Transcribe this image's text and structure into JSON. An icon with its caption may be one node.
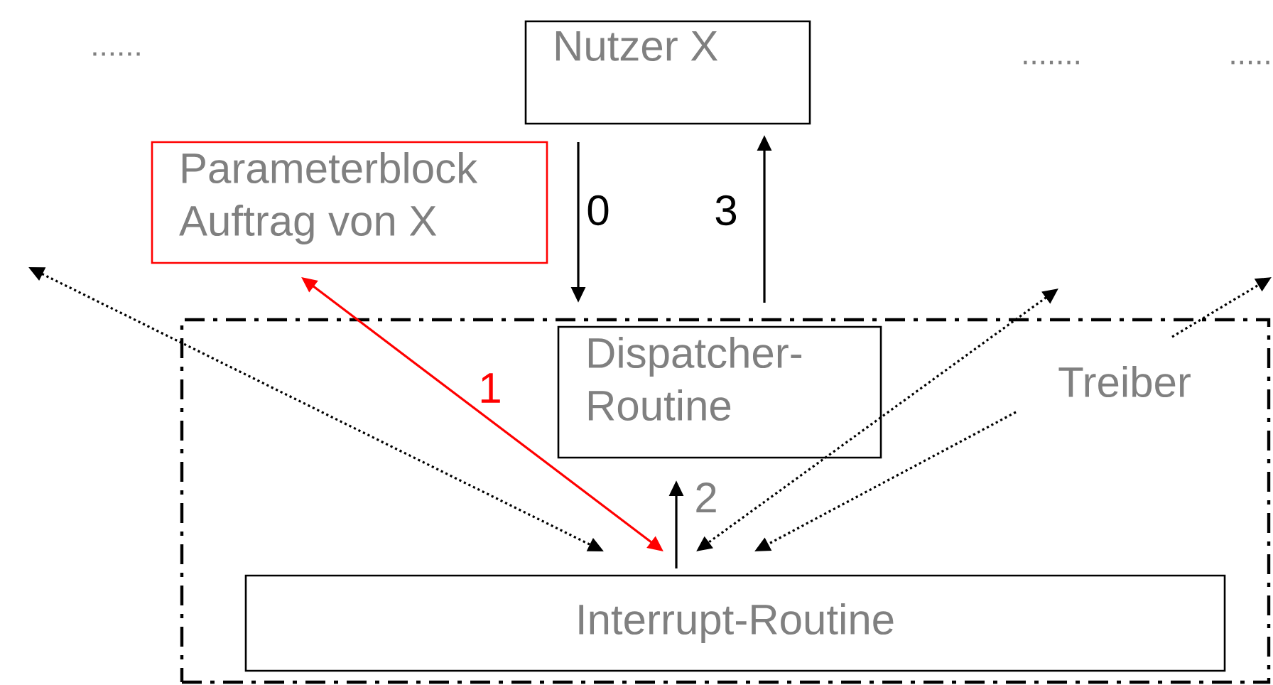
{
  "diagram": {
    "nodes": [
      {
        "text": [
          "Nutzer X"
        ]
      },
      {
        "text": [
          "Parameterblock Auftrag von X"
        ]
      },
      {
        "text": [],
        "shape": "box"
      },
      {
        "text": [
          "Dispatcher- Routine"
        ],
        "in": 2
      },
      {
        "text": [
          "Treiber"
        ],
        "in": 2
      },
      {
        "text": [
          "Interrupt-Routine"
        ],
        "in": 2
      }
    ],
    "edges": [
      {
        "from": 0,
        "to": 2,
        "arrow": "to",
        "label": "0"
      },
      {
        "from": 2,
        "to": 0,
        "arrow": "to",
        "label": "3"
      },
      {
        "from": 1,
        "to": 5,
        "arrow": "both",
        "label": "1",
        "color": "#ff0000"
      },
      {
        "from": 5,
        "to": 3,
        "arrow": "to",
        "label": "2"
      },
      {
        "from": null,
        "to": 5,
        "arrow": "both",
        "style": "dashed"
      },
      {
        "from": null,
        "to": 5,
        "arrow": "both",
        "style": "dashed"
      },
      {
        "from": 4,
        "to": 5,
        "arrow": "to",
        "style": "dashed"
      },
      {
        "from": 4,
        "to": null,
        "arrow": "to",
        "style": "dashed"
      }
    ],
    "labels": [
      "......",
      ".......",
      "....."
    ]
  }
}
